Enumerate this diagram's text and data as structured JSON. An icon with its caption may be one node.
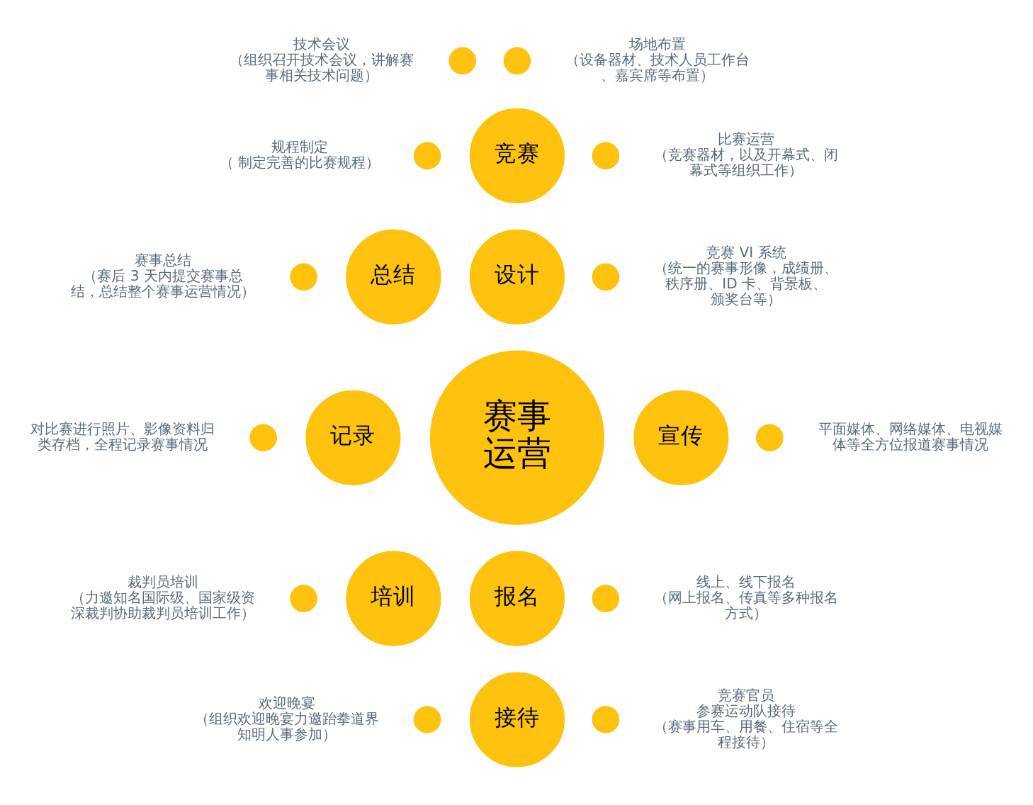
{
  "diagram": {
    "nodes": [
      {
        "text": [
          "赛事运营"
        ]
      },
      {
        "text": [
          "竞赛"
        ]
      },
      {
        "text": [
          "总结"
        ]
      },
      {
        "text": [
          "设计"
        ]
      },
      {
        "text": [
          "记录"
        ]
      },
      {
        "text": [
          "宣传"
        ]
      },
      {
        "text": [
          "培训"
        ]
      },
      {
        "text": [
          "报名"
        ]
      },
      {
        "text": [
          "接待"
        ]
      },
      {
        "text": [],
        "shape": "circle",
        "beside": [
          "技术会议",
          "（组织召开技术会议，讲解赛事相关技术问题）"
        ]
      },
      {
        "text": [],
        "shape": "circle",
        "beside": [
          "场地布置",
          "（设备器材、技术人员工作台、嘉宾席等布置）"
        ]
      },
      {
        "text": [],
        "shape": "circle",
        "beside": [
          "比赛运营",
          "（竞赛器材，以及开幕式、闭幕式等组织工作）"
        ]
      },
      {
        "text": [],
        "shape": "circle",
        "beside": [
          "规程制定",
          "（ 制定完善的比赛规程）"
        ]
      },
      {
        "text": [],
        "shape": "circle",
        "beside": [
          "赛事总结",
          "（赛后 3 天内提交赛事总结，总结整个赛事运营情况）"
        ]
      },
      {
        "text": [],
        "shape": "circle",
        "beside": [
          "竞赛 VI 系统",
          "（统一的赛事形像，成绩册、秩序册、ID 卡、背景板、颁奖台等）"
        ]
      },
      {
        "text": [],
        "shape": "circle",
        "beside": [
          "对比赛进行照片、影像资料归类存档，全程记录赛事情况"
        ]
      },
      {
        "text": [],
        "shape": "circle",
        "beside": [
          "平面媒体、网络媒体、电视媒体等全方位报道赛事情况"
        ]
      },
      {
        "text": [],
        "shape": "circle",
        "beside": [
          "裁判员培训",
          "（力邀知名国际级、国家级资深裁判协助裁判员培训工作）"
        ]
      },
      {
        "text": [],
        "shape": "circle",
        "beside": [
          "线上、线下报名",
          "（网上报名、传真等多种报名方式）"
        ]
      },
      {
        "text": [],
        "shape": "circle",
        "beside": [
          "欢迎晚宴",
          "（组织欢迎晚宴力邀跆拳道界知明人事参加）"
        ]
      },
      {
        "text": [],
        "shape": "circle",
        "beside": [
          "竞赛官员",
          "参赛运动队接待",
          "（赛事用车、用餐、住宿等全程接待）"
        ]
      }
    ]
  }
}
